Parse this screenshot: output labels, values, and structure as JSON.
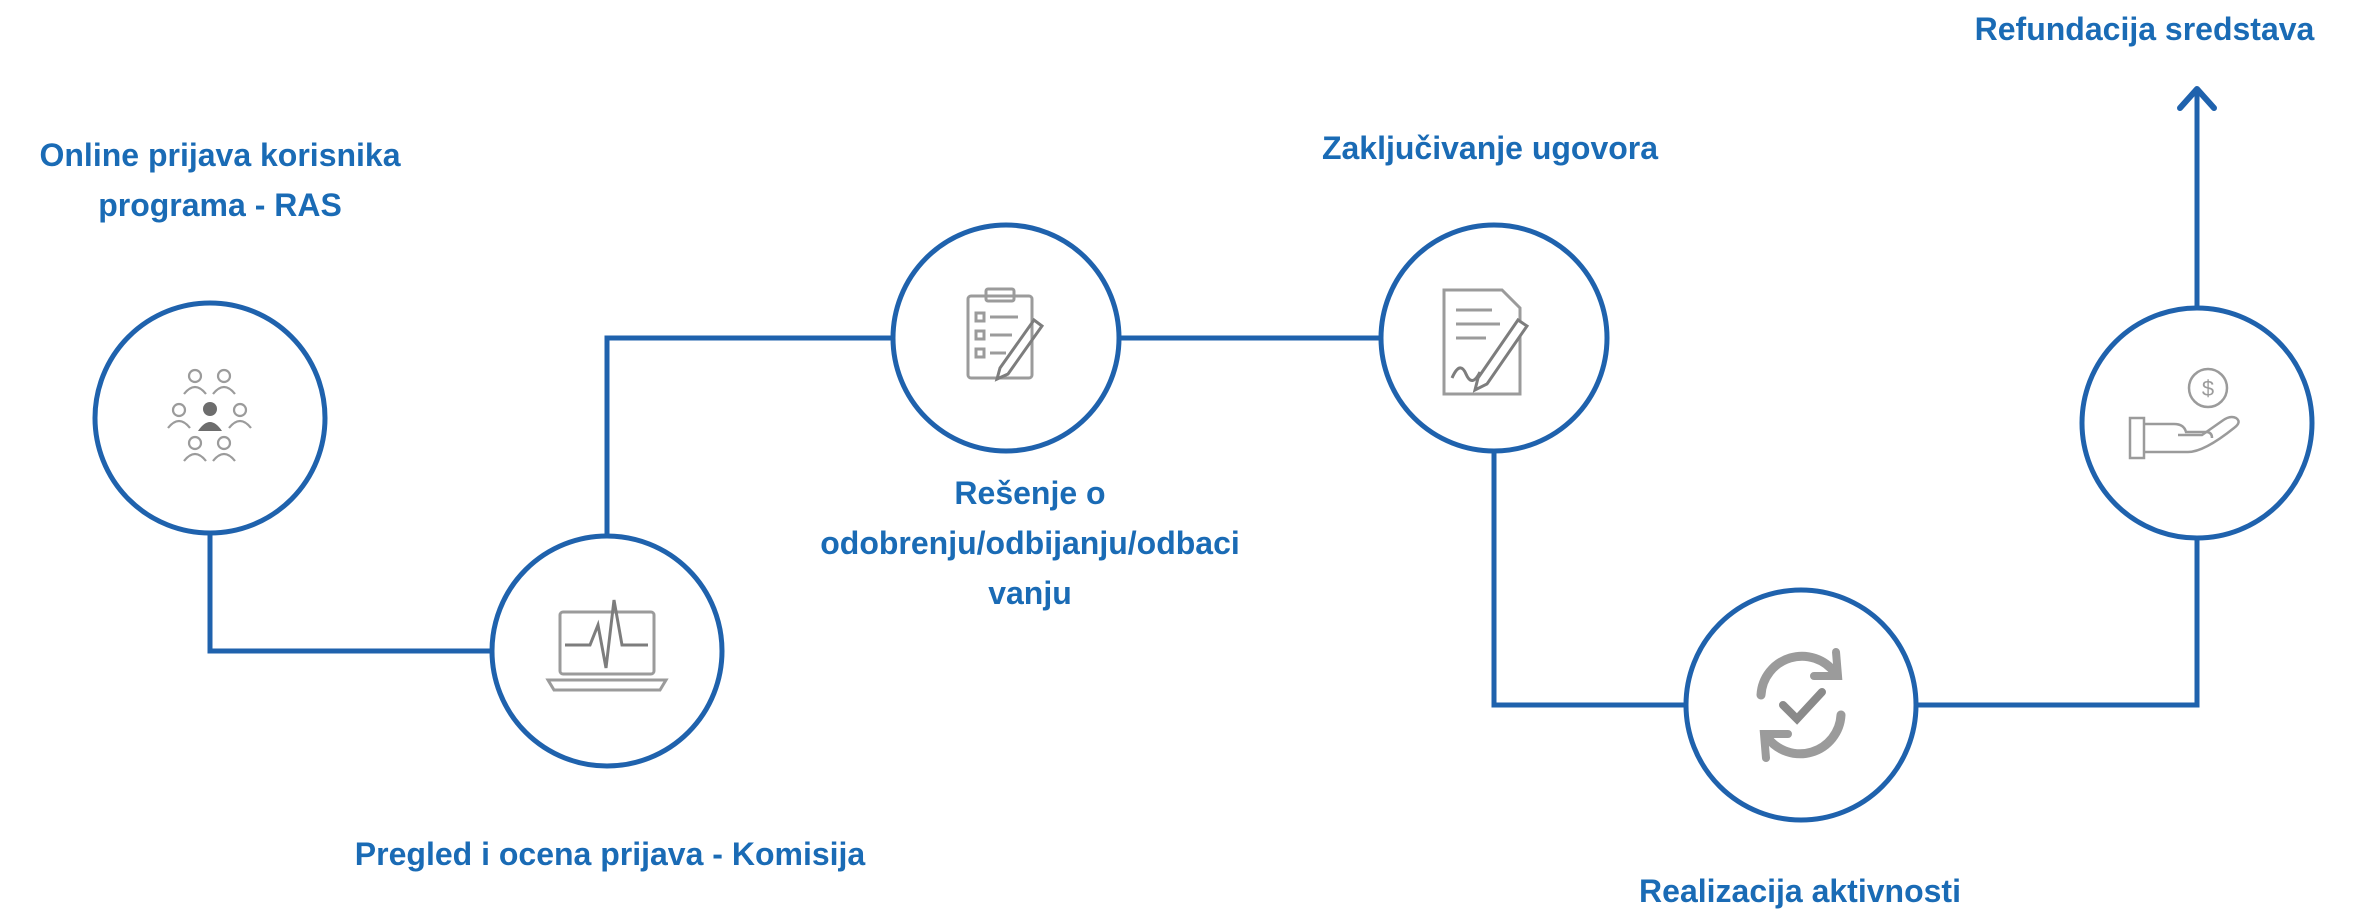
{
  "colors": {
    "line": "#1f62ad",
    "label": "#1a6bb5",
    "icon": "#9b9b9b",
    "icon_accent": "#6d6d6d"
  },
  "steps": [
    {
      "label_lines": [
        "Online prijava korisnika",
        "programa - RAS"
      ],
      "icon": "people-group-icon"
    },
    {
      "label_lines": [
        "Pregled i ocena prijava - Komisija"
      ],
      "icon": "laptop-pulse-icon"
    },
    {
      "label_lines": [
        "Rešenje o",
        "odobrenju/odbijanju/odbaci",
        "vanju"
      ],
      "icon": "checklist-pen-icon"
    },
    {
      "label_lines": [
        "Zaključivanje ugovora"
      ],
      "icon": "contract-sign-icon"
    },
    {
      "label_lines": [
        "Realizacija aktivnosti"
      ],
      "icon": "refresh-check-icon"
    },
    {
      "label_lines": [
        "Refundacija sredstava"
      ],
      "icon": "hand-coin-icon"
    }
  ]
}
